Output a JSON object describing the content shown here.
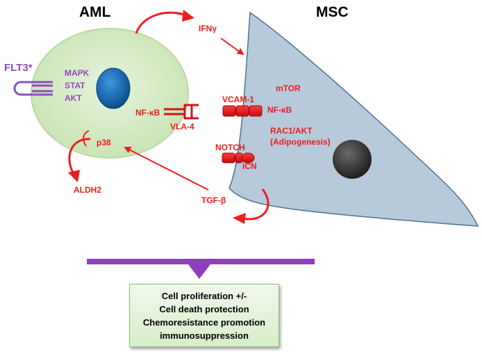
{
  "titles": {
    "left_cell": "AML",
    "right_cell": "MSC"
  },
  "aml": {
    "receptor": "FLT3*",
    "pathways": [
      "MAPK",
      "STAT",
      "AKT"
    ],
    "nfkb": "NF-κB",
    "vla4": "VLA-4",
    "p38": "p38",
    "aldh2": "ALDH2"
  },
  "msc": {
    "ifng": "IFNγ",
    "mtor": "mTOR",
    "vcam1": "VCAM-1",
    "nfkb": "NF-κB",
    "rac1": "RAC1/AKT",
    "adipogenesis": "(Adipogenesis)",
    "notch": "NOTCH",
    "icn": "ICN",
    "tgfb": "TGF-β"
  },
  "outcomes": [
    "Cell proliferation +/-",
    "Cell death protection",
    "Chemoresistance promotion",
    "immunosuppression"
  ],
  "colors": {
    "aml_cell": "#d6ebc6",
    "aml_nucleus": "#1167b1",
    "msc_cell": "#b6cadc",
    "msc_nucleus": "#3a3a3a",
    "signal_red": "#ee1c1c",
    "receptor_purple": "#8e4dbf",
    "bar_purple": "#8e3fc0"
  }
}
